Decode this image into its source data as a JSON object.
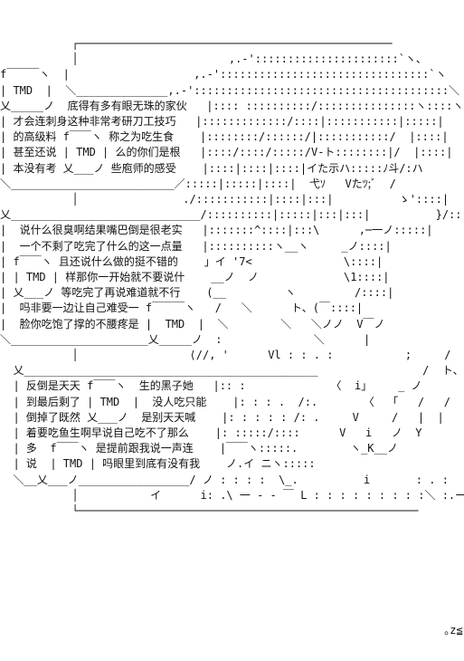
{
  "art": {
    "lines": [
      "           ┌────────────────────────────────────────────────",
      "           │                       ,.-'::::::::::::::::::::::`ヽ、",
      "f￣￣￣ヽ  |                   ,.-'::::::::::::::::::::::::::::::::`ヽ",
      "| TMD  |  ＼______________,.-':::::::::::::::::::::::::::::::::::::::＼",
      "乂_____ノ  底得有多有眼无珠的家伙   |:::: ::::::::::/:::::::::::::::ヽ::::ヽ、",
      "| 才会连刺身这种非常考研刀工技巧   |:::::::::::::/::::|:::::::::::|:::::|",
      "| 的高级料 f￣￣ヽ 称之为吃生食    |::::::::/::::::/|:::::::::::/  |::::|",
      "| 甚至还说 | TMD | 么的你们是根   |::::/::::/:::::/V-ト::::::::|/  |::::|",
      "| 本没有考 乂___ノ 些庖师的感受    |::::|::::|::::|イた示ハ:::::ﾉ斗/:ハ",
      "＼_________________________／:::::|:::::|::::|  弋ｿ   Vたﾂ;ﾞ  /",
      "           │                ./:::::::::::|::::|:::|          ゝ'::::|",
      "乂_____________________________/::::::::::|:::::|:::|:::|          }/:::: |",
      "|  说什么很臭啊结果嘴巴倒是很老实   |:::::::^::::|:::\\      ,─一ノ:::::|",
      "|  一个不剩了吃完了什么的这一点量   |::::::::::ヽ__ヽ     _ノ::::|",
      "| f￣￣ヽ 且还说什么做的挺不错的    」イ '7<              \\::::|",
      "| | TMD | 样那你一开始就不要说什    __ノ  ノ             \\1::::|",
      "| 乂___ノ 等吃完了再说难道就不行    (__         ヽ         /::::|",
      "|  吗非要一边让自己难受一 f￣￣￣ヽ   /   ＼      ト、(￣::::|",
      "|  脸你吃饱了撑的不腰疼是 |  TMD  |  ＼        ＼   ＼ノノ  V￣ノ",
      "＼_____________________乂_____ノ  :              ＼      |",
      "           │                 ⟨//, '      Vl : : . :           ;     /",
      "  乂_____________________________________________                /  ト、/     /",
      "  | 反倒是天天 f￣￣ヽ  生的黑子她   |:: :             〈  i」    _ ノ",
      "  | 到最后剩了 | TMD  |  没人吃只能    |: : : .  /:.       〈  「   /   /",
      "  | 倒掉了既然 乂___ノ  是别天天喊    |: : : : : /: .     V     /   |  |",
      "  | 着要吃鱼生啊早说自己吃不了那么    |: :::::/::::      V   i   ノ  Y",
      "  | 多  f￣￣ヽ 是提前跟我说一声连    |￣￣ヽ:::::.        ヽ_K__ノ",
      "  | 说  | TMD | 吗眼里到底有没有我    ノ.イ ニヽ:::::",
      "  ＼__乂___ノ_________________/ ノ : : : :  \\_.          i       : . :",
      "           │           イ      i: .\\ 一 - - ￣ L : : : : : : : : :＼ :.ー-''",
      "           └────────────────────────────────────────────────────"
    ],
    "footer_lines": [
      "                                                                           ｡z≦´",
      "                                                                    ｡z≦"
    ]
  }
}
